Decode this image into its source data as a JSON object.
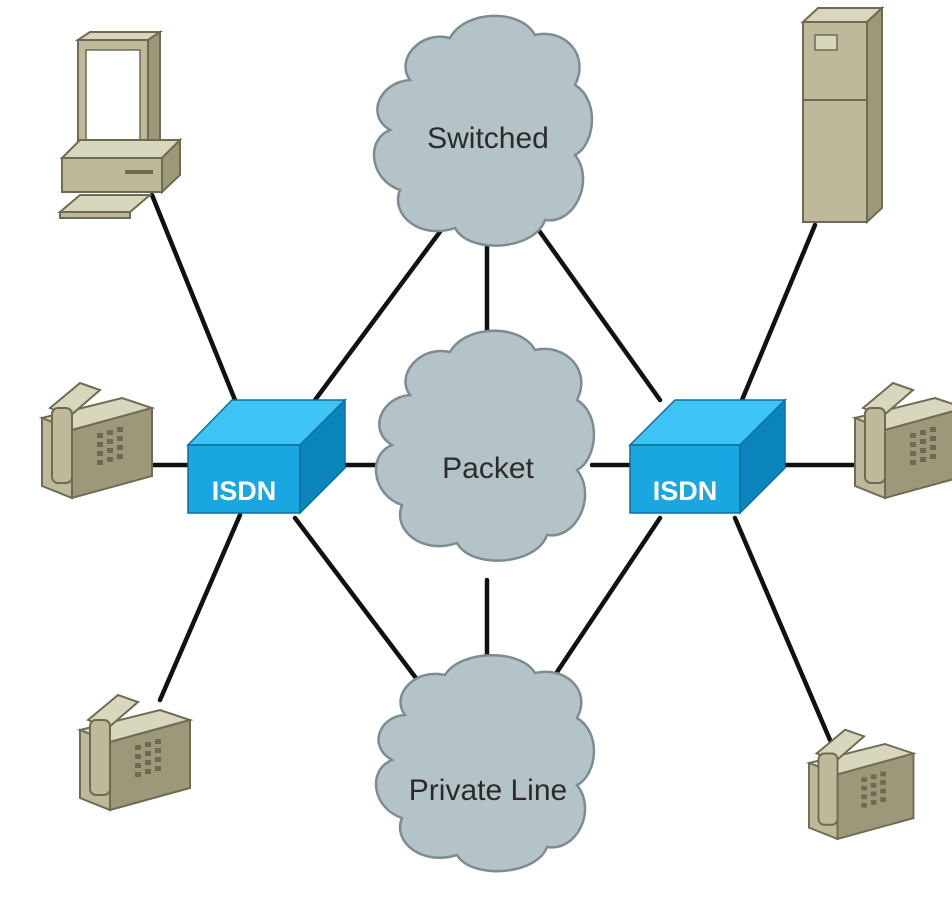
{
  "clouds": {
    "switched": "Switched",
    "packet": "Packet",
    "private_line": "Private Line"
  },
  "switches": {
    "left": "ISDN",
    "right": "ISDN"
  },
  "colors": {
    "isdn_front": "#1aa6e0",
    "isdn_top": "#3ec4f4",
    "isdn_side": "#0b86bd",
    "cloud": "#b4c3c8",
    "device_beige": "#bdb99a",
    "link": "#111111"
  }
}
